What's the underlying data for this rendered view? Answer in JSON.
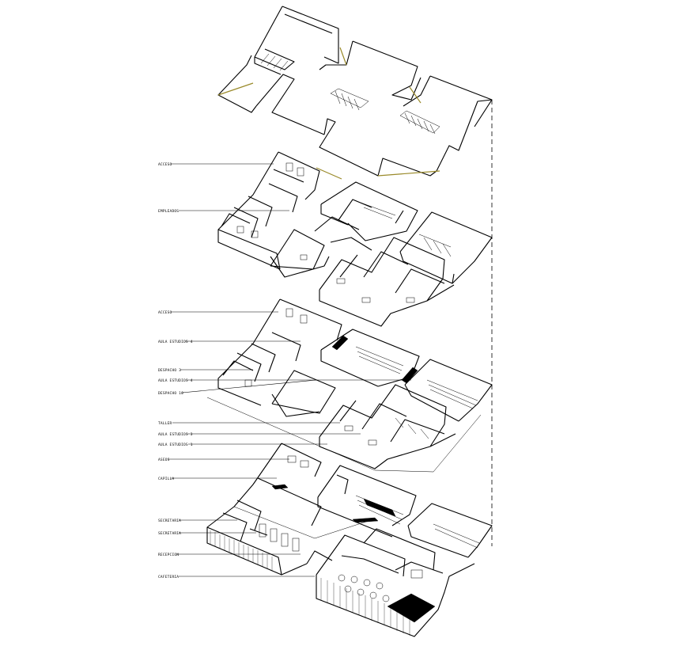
{
  "labels": {
    "l1": "ACCESO",
    "l2": "EMPLEADOS",
    "l3": "ACCESO",
    "l4": "AULA ESTUDIOS 4",
    "l5": "DESPACHO 3",
    "l6": "AULA ESTUDIOS 4",
    "l7": "DESPACHO 10",
    "l8": "TALLER",
    "l9": "AULA ESTUDIOS 3",
    "l10": "AULA ESTUDIOS 1",
    "l11": "ASEOS",
    "l12": "CAPILLA",
    "l13": "SECRETARIA",
    "l14": "SECRETARIA",
    "l15": "RECEPCION",
    "l16": "CAFETERIA"
  },
  "colors": {
    "line": "#000000",
    "roof_edge": "#9a8a2a",
    "background": "#ffffff"
  }
}
